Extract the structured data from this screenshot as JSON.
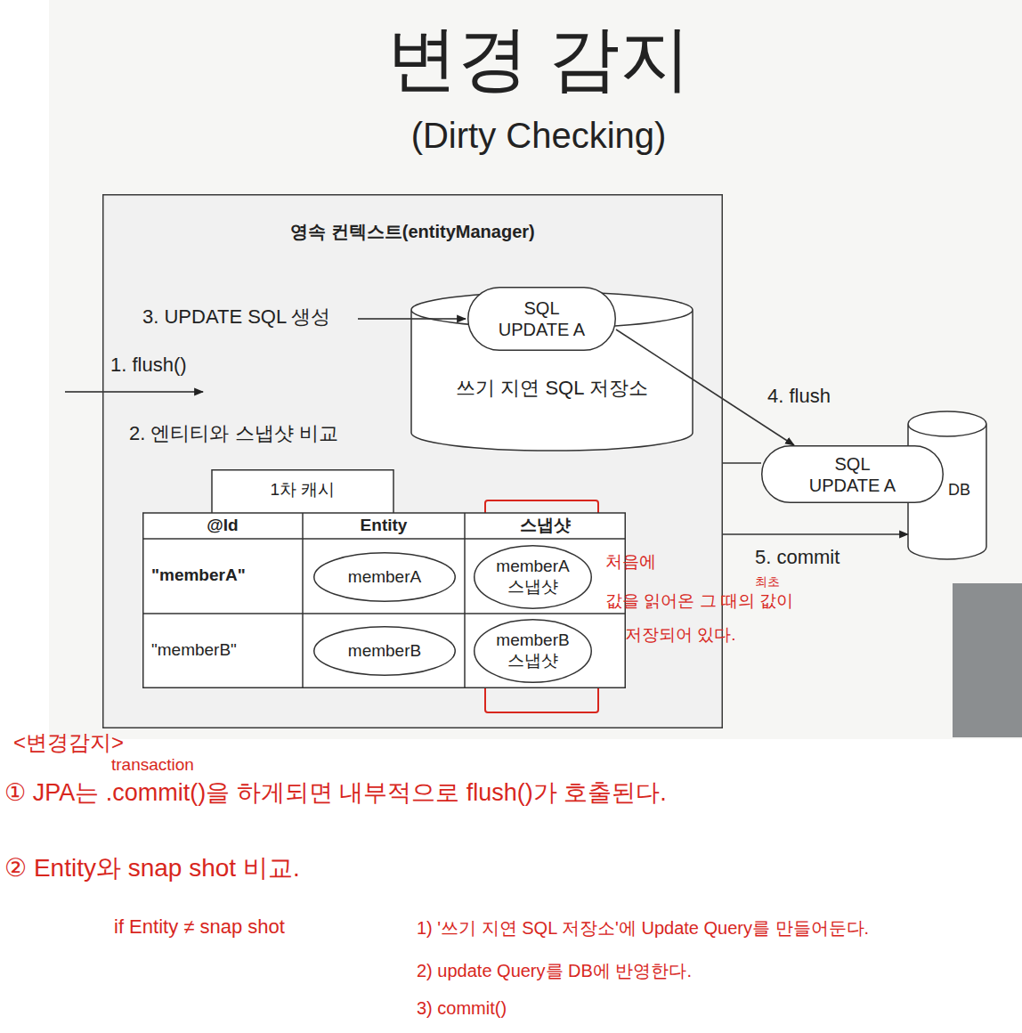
{
  "diagram": {
    "title": "변경 감지",
    "nodes": [
      {
        "text": [
          "영속 컨텍스트(entityManager)"
        ]
      },
      {
        "text": [
          "쓰기 지연 SQL 저장소"
        ],
        "in": 0
      },
      {
        "text": [
          "SQL UPDATE A"
        ],
        "in": 1
      },
      {
        "text": [
          "1차 캐시"
        ],
        "in": 0
      },
      {
        "text": [
          "memberA"
        ],
        "in": 3
      },
      {
        "text": [
          "memberA 스냅샷"
        ],
        "in": 3
      },
      {
        "text": [
          "memberB"
        ],
        "in": 3
      },
      {
        "text": [
          "memberB 스냅샷"
        ],
        "in": 3
      },
      {
        "text": [
          "DB"
        ]
      },
      {
        "text": [
          "SQL UPDATE A"
        ],
        "in": 8
      }
    ],
    "edges": [
      {
        "from": 2,
        "to": 9,
        "arrow": "to",
        "label": "4. flush"
      },
      {
        "from": 0,
        "to": 8,
        "arrow": "to",
        "label": "5. commit"
      },
      {
        "from": 0,
        "to": 9,
        "arrow": "none"
      }
    ],
    "labels": [
      "(Dirty Checking)",
      "3. UPDATE SQL 생성",
      "1. flush()",
      "2. 엔티티와 스냅샷 비교",
      "@Id",
      "Entity",
      "스냅샷",
      "\"memberA\"",
      "\"memberB\"",
      "처음에",
      "최초",
      "값을 읽어온 그 때의 값이",
      "저장되어 있다.",
      "<변경감지>",
      "transaction",
      "① JPA는 .commit()을 하게되면 내부적으로 flush()가 호출된다.",
      "② Entity와 snap shot 비교.",
      "if Entity ≠ snap shot",
      "1) '쓰기 지연 SQL 저장소'에 Update Query를 만들어둔다.",
      "2) update Query를 DB에 반영한다.",
      "3) commit()"
    ]
  }
}
